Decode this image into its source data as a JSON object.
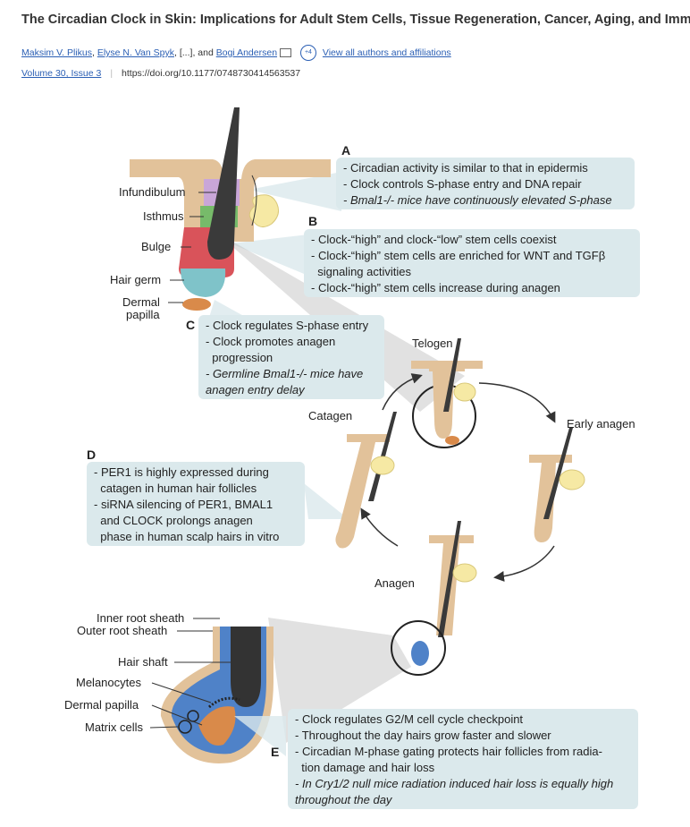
{
  "title": "The Circadian Clock in Skin: Implications for Adult Stem Cells, Tissue Regeneration, Cancer, Aging, and Immunity",
  "authors": {
    "a1": "Maksim V. Plikus",
    "a2": "Elyse N. Van Spyk",
    "ellipsis": "[...]",
    "and": "and",
    "a3": "Bogi Andersen",
    "more_badge": "+4",
    "all_link": "View all authors and affiliations"
  },
  "meta": {
    "volume": "Volume 30, Issue 3",
    "doi": "https://doi.org/10.1177/0748730414563537"
  },
  "figure": {
    "labels": {
      "infundibulum": "Infundibulum",
      "isthmus": "Isthmus",
      "bulge": "Bulge",
      "hair_germ": "Hair germ",
      "dermal_papilla_1": "Dermal",
      "dermal_papilla_2": "papilla",
      "telogen": "Telogen",
      "early_anagen": "Early anagen",
      "catagen": "Catagen",
      "anagen": "Anagen",
      "inner_root_sheath": "Inner root sheath",
      "outer_root_sheath": "Outer root sheath",
      "hair_shaft": "Hair shaft",
      "melanocytes": "Melanocytes",
      "dermal_papilla_b": "Dermal papilla",
      "matrix_cells": "Matrix cells"
    },
    "letters": {
      "a": "A",
      "b": "B",
      "c": "C",
      "d": "D",
      "e": "E"
    },
    "box_a": [
      "- Circadian activity is similar to that in epidermis",
      "- Clock controls S-phase entry and DNA repair",
      "- Bmal1-/- mice have continuously elevated S-phase"
    ],
    "box_b": [
      "- Clock-“high” and clock-“low” stem cells coexist",
      "- Clock-“high” stem cells are enriched for WNT and TGFβ",
      "  signaling activities",
      "- Clock-“high” stem cells increase during anagen"
    ],
    "box_c": [
      "- Clock regulates S-phase entry",
      "- Clock promotes anagen",
      "  progression",
      "- Germline Bmal1-/- mice have",
      "anagen entry delay"
    ],
    "box_d": [
      "- PER1 is highly expressed during",
      "  catagen in human hair follicles",
      "- siRNA silencing of PER1, BMAL1",
      "  and CLOCK prolongs anagen",
      "  phase in human scalp hairs in vitro"
    ],
    "box_e": [
      "- Clock regulates G2/M cell cycle checkpoint",
      "- Throughout the day hairs grow faster and slower",
      "- Circadian M-phase gating protects hair follicles from radia-",
      "  tion damage and hair loss",
      "- In Cry1/2 null mice radiation induced hair loss is equally high",
      "throughout the day"
    ],
    "colors": {
      "skin": "#e2c29a",
      "skin_dark": "#c9a173",
      "purple": "#c9a6d8",
      "green": "#77bb6a",
      "red": "#d9535a",
      "teal": "#7fc3c9",
      "papilla": "#d98a4a",
      "blue": "#4f82c8",
      "sebaceous": "#f6e9a4",
      "box": "#dbe9ec"
    }
  }
}
